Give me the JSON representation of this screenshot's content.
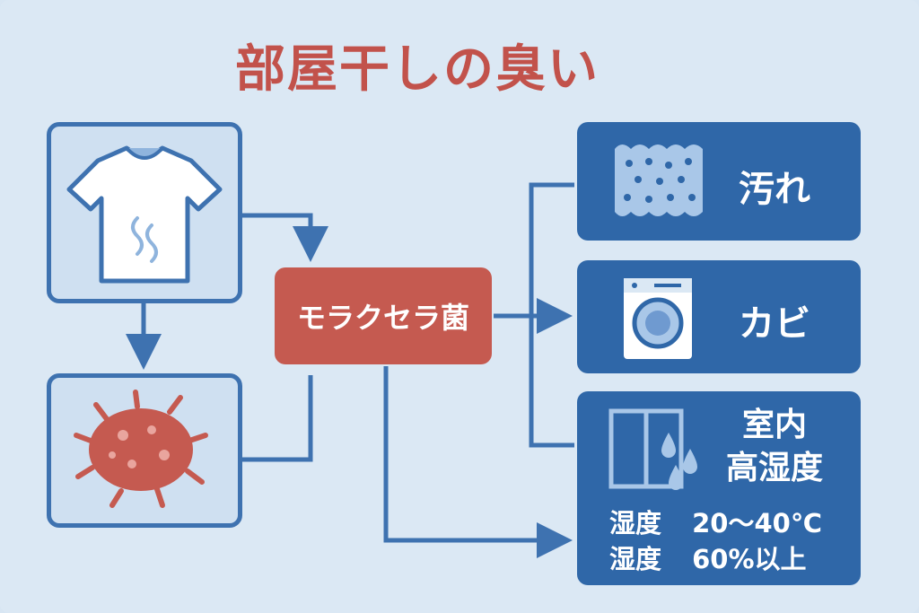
{
  "title": "部屋干しの臭い",
  "center": {
    "label": "モラクセラ菌"
  },
  "sources": [
    {
      "icon": "tshirt-icon"
    },
    {
      "icon": "bacteria-icon"
    }
  ],
  "causes": [
    {
      "label": "汚れ",
      "icon": "sponge-icon"
    },
    {
      "label": "カビ",
      "icon": "washing-machine-icon"
    },
    {
      "label": "室内\n高湿度",
      "icon": "window-droplets-icon",
      "conditions": [
        {
          "key": "湿度",
          "value": "20〜40℃"
        },
        {
          "key": "湿度",
          "value": "60%以上"
        }
      ]
    }
  ],
  "colors": {
    "background": "#dbe8f4",
    "accent_blue": "#3e72b0",
    "cause_box": "#2f67a8",
    "center_red": "#c55a50",
    "title_red": "#c2524b"
  }
}
